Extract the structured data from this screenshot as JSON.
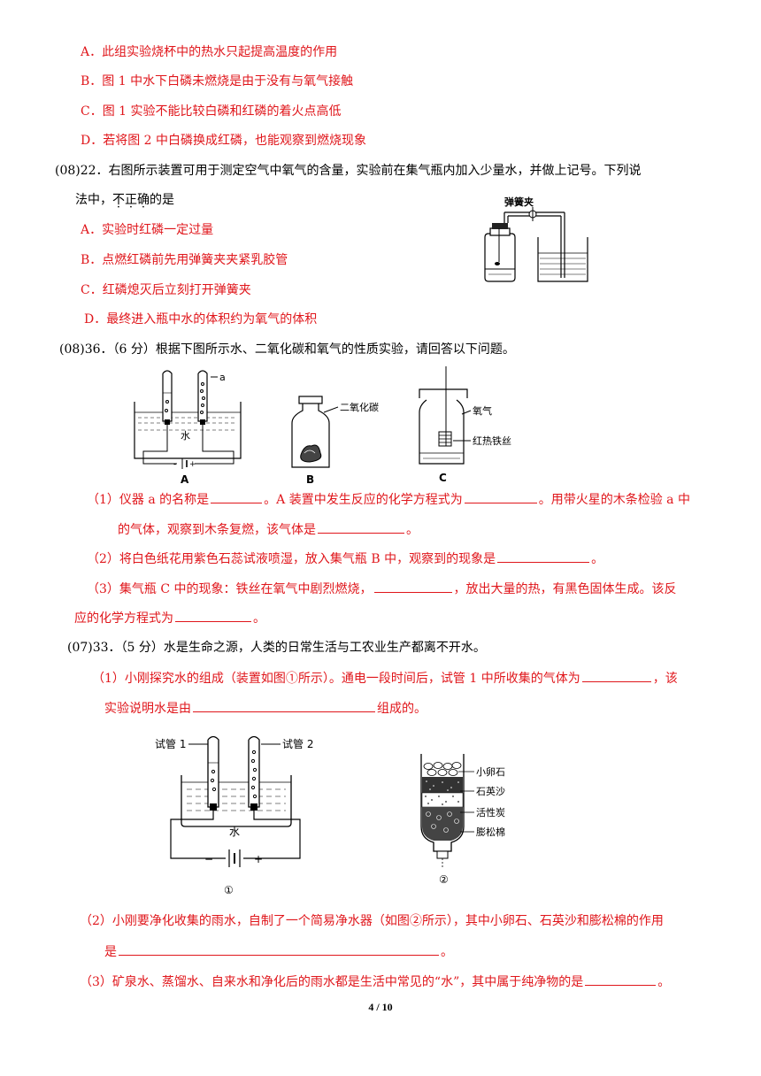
{
  "q21": {
    "A": "A．此组实验烧杯中的热水只起提高温度的作用",
    "B": "B．图 1 中水下白磷未燃烧是由于没有与氧气接触",
    "C": "C．图 1 实验不能比较白磷和红磷的着火点高低",
    "D": "D．若将图 2 中白磷换成红磷，也能观察到燃烧现象"
  },
  "q22": {
    "tag": "(08)22．",
    "stem1": "右图所示装置可用于测定空气中氧气的含量，实验前在集气瓶内加入少量水，并做上记号。下列说",
    "stem2_pre": "法中，",
    "stem2_em": [
      "不",
      "正",
      "确"
    ],
    "stem2_post": "的是",
    "A": "A．实验时红磷一定过量",
    "B": "B．点燃红磷前先用弹簧夹夹紧乳胶管",
    "C": "C．红磷熄灭后立刻打开弹簧夹",
    "D": "D．最终进入瓶中水的体积约为氧气的体积",
    "fig_label": "弹簧夹"
  },
  "q36": {
    "tag": "(08)36．",
    "stem": "（6 分）根据下图所示水、二氧化碳和氧气的性质实验，请回答以下问题。",
    "figA_label": "a",
    "figA_water": "水",
    "figA_letter": "A",
    "figB_label": "二氧化碳",
    "figB_letter": "B",
    "figC_label1": "氧气",
    "figC_label2": "红热铁丝",
    "figC_letter": "C",
    "p1a": "（1）仪器 a 的名称是",
    "p1b": "。A 装置中发生反应的化学方程式为",
    "p1c": "。用带火星的木条检验 a 中",
    "p1d": "的气体，观察到木条复燃，该气体是",
    "p1e": "。",
    "p2a": "（2）将白色纸花用紫色石蕊试液喷湿，放入集气瓶 B 中，观察到的现象是",
    "p2b": "。",
    "p3a": "（3）集气瓶 C 中的现象：铁丝在氧气中剧烈燃烧，",
    "p3b": "，放出大量的热，有黑色固体生成。该反",
    "p3c": "应的化学方程式为",
    "p3d": "。"
  },
  "q33": {
    "tag": "(07)33．",
    "stem": "（5 分）水是生命之源，人类的日常生活与工农业生产都离不开水。",
    "p1a": "（1）小刚探究水的组成（装置如图①所示）。通电一段时间后，试管 1 中所收集的气体为",
    "p1b": "，该",
    "p1c": "实验说明水是由",
    "p1d": "组成的。",
    "fig1_tube1": "试管 1",
    "fig1_tube2": "试管 2",
    "fig1_water": "水",
    "fig1_num": "①",
    "fig2_l1": "小卵石",
    "fig2_l2": "石英沙",
    "fig2_l3": "活性炭",
    "fig2_l4": "膨松棉",
    "fig2_num": "②",
    "p2a": "（2）小刚要净化收集的雨水，自制了一个简易净水器（如图②所示），其中小卵石、石英沙和膨松棉的作用",
    "p2b": "是",
    "p2c": "。",
    "p3a": "（3）矿泉水、蒸馏水、自来水和净化后的雨水都是生活中常见的“水”，其中属于纯净物的是",
    "p3b": "。"
  },
  "page_number": "4 / 10"
}
